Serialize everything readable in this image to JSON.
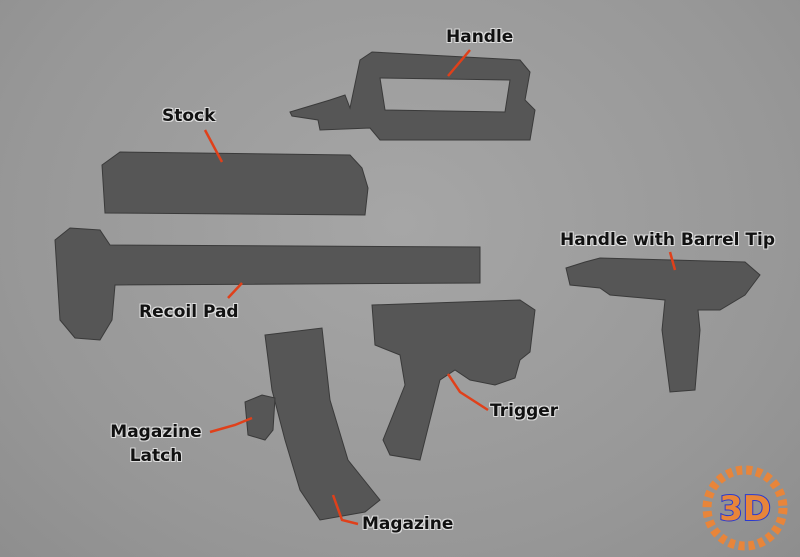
{
  "labels": {
    "handle": "Handle",
    "stock": "Stock",
    "recoil_pad": "Recoil Pad",
    "handle_barrel_tip": "Handle with Barrel Tip",
    "trigger": "Trigger",
    "magazine_latch_1": "Magazine",
    "magazine_latch_2": "Latch",
    "magazine": "Magazine"
  },
  "logo": {
    "text": "3D"
  },
  "colors": {
    "part": "#555555",
    "leader": "#e0401a",
    "logo": "#e8853a",
    "logo_shadow": "#2a3ad0"
  }
}
